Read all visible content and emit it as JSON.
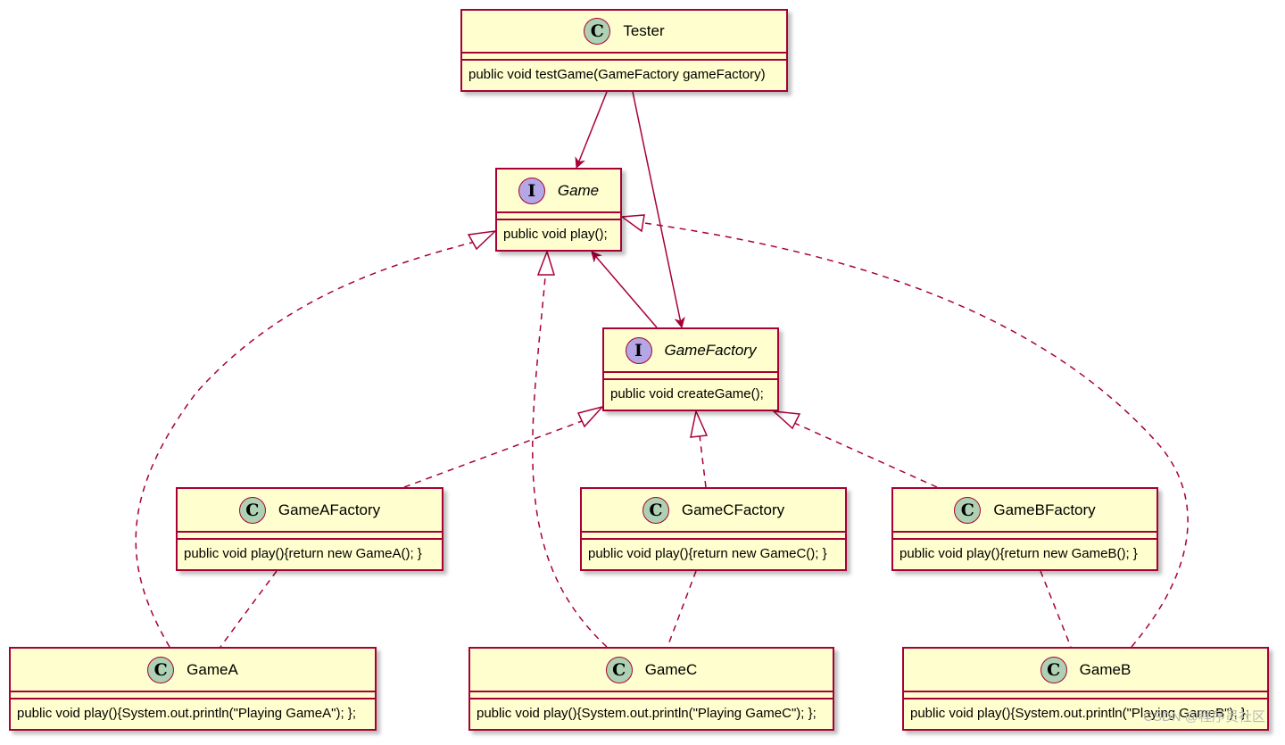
{
  "colors": {
    "fill": "#FEFECE",
    "border": "#A80036",
    "class_badge": "#ADD1B2",
    "interface_badge": "#B4A7E5"
  },
  "classes": {
    "tester": {
      "stereo": "C",
      "name": "Tester",
      "member": "public void testGame(GameFactory gameFactory)"
    },
    "game": {
      "stereo": "I",
      "name": "Game",
      "member": "public void play();"
    },
    "gamefactory": {
      "stereo": "I",
      "name": "GameFactory",
      "member": "public void createGame();"
    },
    "gameafactory": {
      "stereo": "C",
      "name": "GameAFactory",
      "member": "public void play(){return new GameA(); }"
    },
    "gamecfactory": {
      "stereo": "C",
      "name": "GameCFactory",
      "member": "public void play(){return new GameC(); }"
    },
    "gamebfactory": {
      "stereo": "C",
      "name": "GameBFactory",
      "member": "public void play(){return new GameB(); }"
    },
    "gamea": {
      "stereo": "C",
      "name": "GameA",
      "member": "public void play(){System.out.println(\"Playing GameA\"); };"
    },
    "gamec": {
      "stereo": "C",
      "name": "GameC",
      "member": "public void play(){System.out.println(\"Playing GameC\"); };"
    },
    "gameb": {
      "stereo": "C",
      "name": "GameB",
      "member": "public void play(){System.out.println(\"Playing GameB\"); };"
    }
  },
  "relations": [
    {
      "from": "Tester",
      "to": "Game",
      "type": "association"
    },
    {
      "from": "Tester",
      "to": "GameFactory",
      "type": "association"
    },
    {
      "from": "GameFactory",
      "to": "Game",
      "type": "association"
    },
    {
      "from": "GameA",
      "to": "Game",
      "type": "realization"
    },
    {
      "from": "GameC",
      "to": "Game",
      "type": "realization"
    },
    {
      "from": "GameB",
      "to": "Game",
      "type": "realization"
    },
    {
      "from": "GameAFactory",
      "to": "GameFactory",
      "type": "realization"
    },
    {
      "from": "GameCFactory",
      "to": "GameFactory",
      "type": "realization"
    },
    {
      "from": "GameBFactory",
      "to": "GameFactory",
      "type": "realization"
    },
    {
      "from": "GameAFactory",
      "to": "GameA",
      "type": "dependency"
    },
    {
      "from": "GameCFactory",
      "to": "GameC",
      "type": "dependency"
    },
    {
      "from": "GameBFactory",
      "to": "GameB",
      "type": "dependency"
    }
  ],
  "watermark": "CSDN @程序员社区"
}
